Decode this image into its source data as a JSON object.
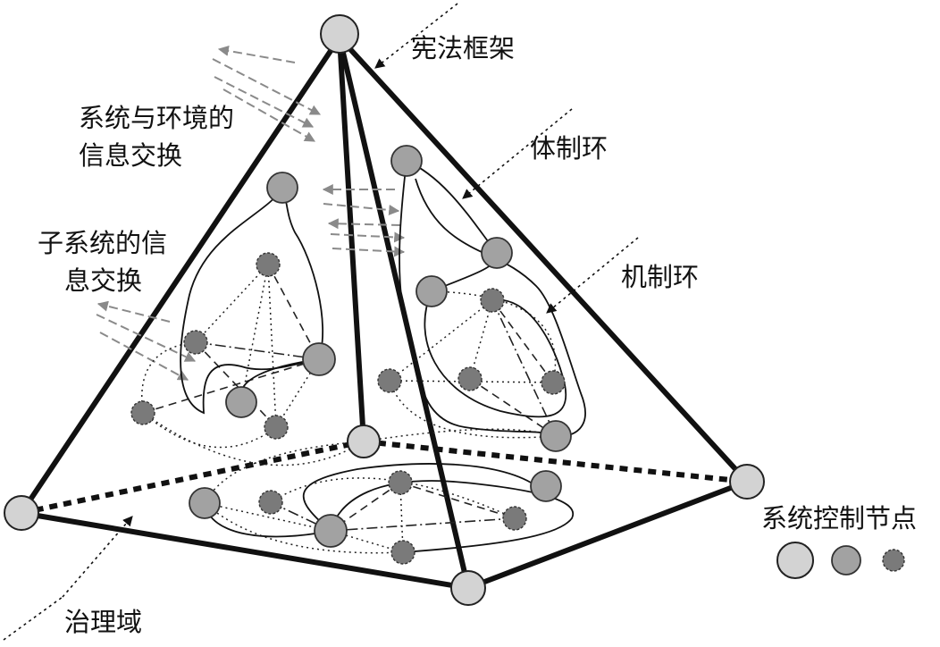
{
  "labels": {
    "constitution_frame": "宪法框架",
    "info_exchange_env_line1": "系统与环境的",
    "info_exchange_env_line2": "信息交换",
    "institution_loop": "体制环",
    "subsystem_info_line1": "子系统的信",
    "subsystem_info_line2": "息交换",
    "mechanism_loop": "机制环",
    "governance_domain": "治理域",
    "control_nodes_legend": "系统控制节点"
  },
  "colors": {
    "large_node": "#d3d3d3",
    "medium_node": "#a2a2a2",
    "small_node": "#7a7a7a",
    "line": "#111111",
    "flow_arrow": "#8a8a8a"
  }
}
